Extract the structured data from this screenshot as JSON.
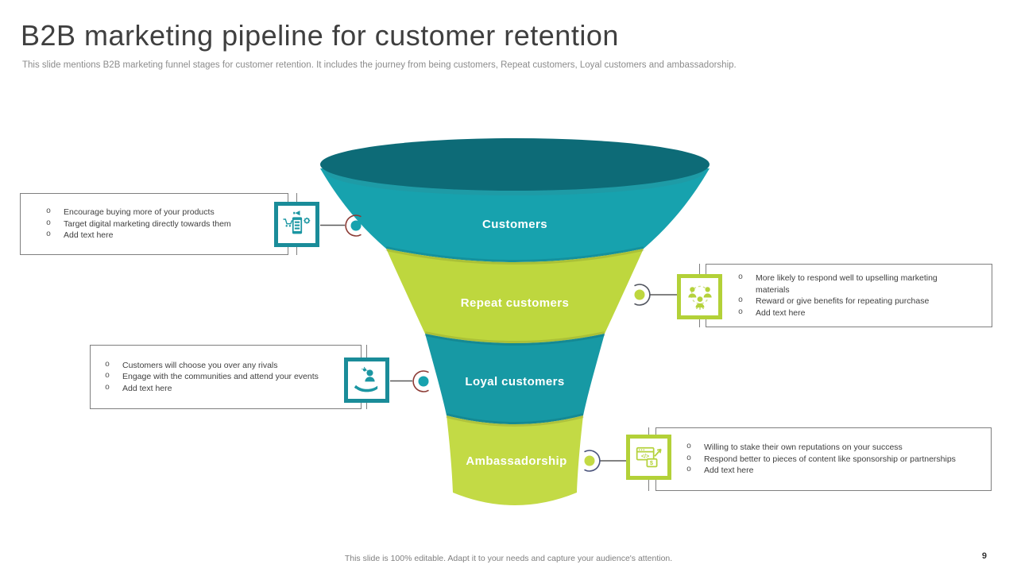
{
  "slide": {
    "title": "B2B marketing pipeline for customer retention",
    "subtitle": "This slide mentions B2B marketing funnel stages for customer retention. It includes the journey from being customers, Repeat customers, Loyal customers and ambassadorship.",
    "footer": "This slide is 100% editable.  Adapt it to your needs and capture your audience's attention.",
    "page_number": "9"
  },
  "ui": {
    "bullet_marker": "o"
  },
  "colors": {
    "teal_band": "#17A2AE",
    "teal_band_dark": "#1799A4",
    "lime_band": "#BED73E",
    "lime_band_light": "#C3DA45",
    "funnel_rim": "#0D6B77",
    "funnel_inner": "#1E9BA6",
    "icon_teal_border": "#1A8C99",
    "icon_lime_border": "#B3D138",
    "connector_line": "#595959"
  },
  "funnel": {
    "stages": [
      {
        "label": "Customers",
        "color": "#17A2AE"
      },
      {
        "label": "Repeat customers",
        "color": "#BED73E"
      },
      {
        "label": "Loyal customers",
        "color": "#1799A4"
      },
      {
        "label": "Ambassadorship",
        "color": "#C3DA45"
      }
    ]
  },
  "callouts": [
    {
      "stage": "Customers",
      "icon": "digital-marketing-icon",
      "accent": "#1A8C99",
      "bullets": [
        "Encourage buying more of your products",
        "Target digital marketing directly towards them",
        "Add text here"
      ]
    },
    {
      "stage": "Repeat customers",
      "icon": "customer-network-icon",
      "accent": "#B3D138",
      "bullets": [
        "More likely to respond well to upselling marketing materials",
        "Reward or give benefits for repeating purchase",
        "Add text here"
      ]
    },
    {
      "stage": "Loyal customers",
      "icon": "customer-care-icon",
      "accent": "#1A8C99",
      "bullets": [
        "Customers will choose you over any rivals",
        "Engage with the communities and attend your events",
        "Add text here"
      ]
    },
    {
      "stage": "Ambassadorship",
      "icon": "sponsorship-content-icon",
      "accent": "#B3D138",
      "bullets": [
        "Willing to stake their own reputations on your success",
        "Respond better to pieces of content like sponsorship or partnerships",
        "Add text here"
      ]
    }
  ]
}
